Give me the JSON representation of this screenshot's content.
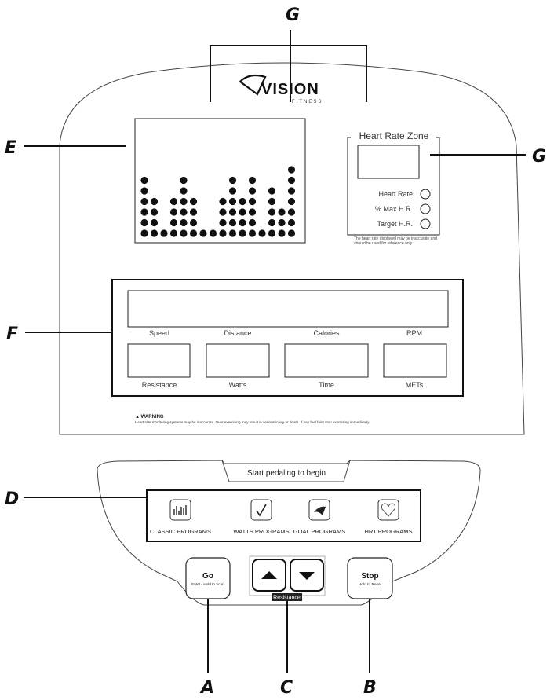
{
  "callouts": {
    "a": "A",
    "b": "B",
    "c": "C",
    "d": "D",
    "e": "E",
    "f": "F",
    "g_top": "G",
    "g_right": "G"
  },
  "brand": {
    "name": "VISION",
    "sub": "FITNESS"
  },
  "heart_rate": {
    "title": "Heart Rate Zone",
    "indicators": [
      "Heart Rate",
      "% Max H.R.",
      "Target H.R."
    ],
    "disclaimer_line1": "The heart rate displayed may be inaccurate and",
    "disclaimer_line2": "should be used for reference only."
  },
  "dot_matrix": {
    "column_heights": [
      6,
      4,
      1,
      4,
      6,
      4,
      1,
      1,
      4,
      6,
      4,
      6,
      1,
      5,
      3,
      7
    ]
  },
  "display": {
    "top_labels": [
      "Speed",
      "Distance",
      "Calories",
      "RPM"
    ],
    "bottom_labels": [
      "Resistance",
      "Watts",
      "Time",
      "METs"
    ]
  },
  "warning": {
    "title": "▲ WARNING",
    "text": "Heart rate monitoring systems may be inaccurate. Over exercising may result in serious injury or death. If you feel faint stop exercising immediately."
  },
  "status_text": "Start pedaling to begin",
  "programs": [
    {
      "label": "CLASSIC PROGRAMS",
      "icon": "classic-program-icon"
    },
    {
      "label": "WATTS PROGRAMS",
      "icon": "checkmark-icon"
    },
    {
      "label": "GOAL PROGRAMS",
      "icon": "goal-icon"
    },
    {
      "label": "HRT PROGRAMS",
      "icon": "heart-icon"
    }
  ],
  "controls": {
    "go_label": "Go",
    "go_sub": "Enter • Hold to Scan",
    "stop_label": "Stop",
    "stop_sub": "Hold to Reset",
    "resistance_label": "Resistance",
    "up_icon": "arrow-up-icon",
    "down_icon": "arrow-down-icon"
  }
}
